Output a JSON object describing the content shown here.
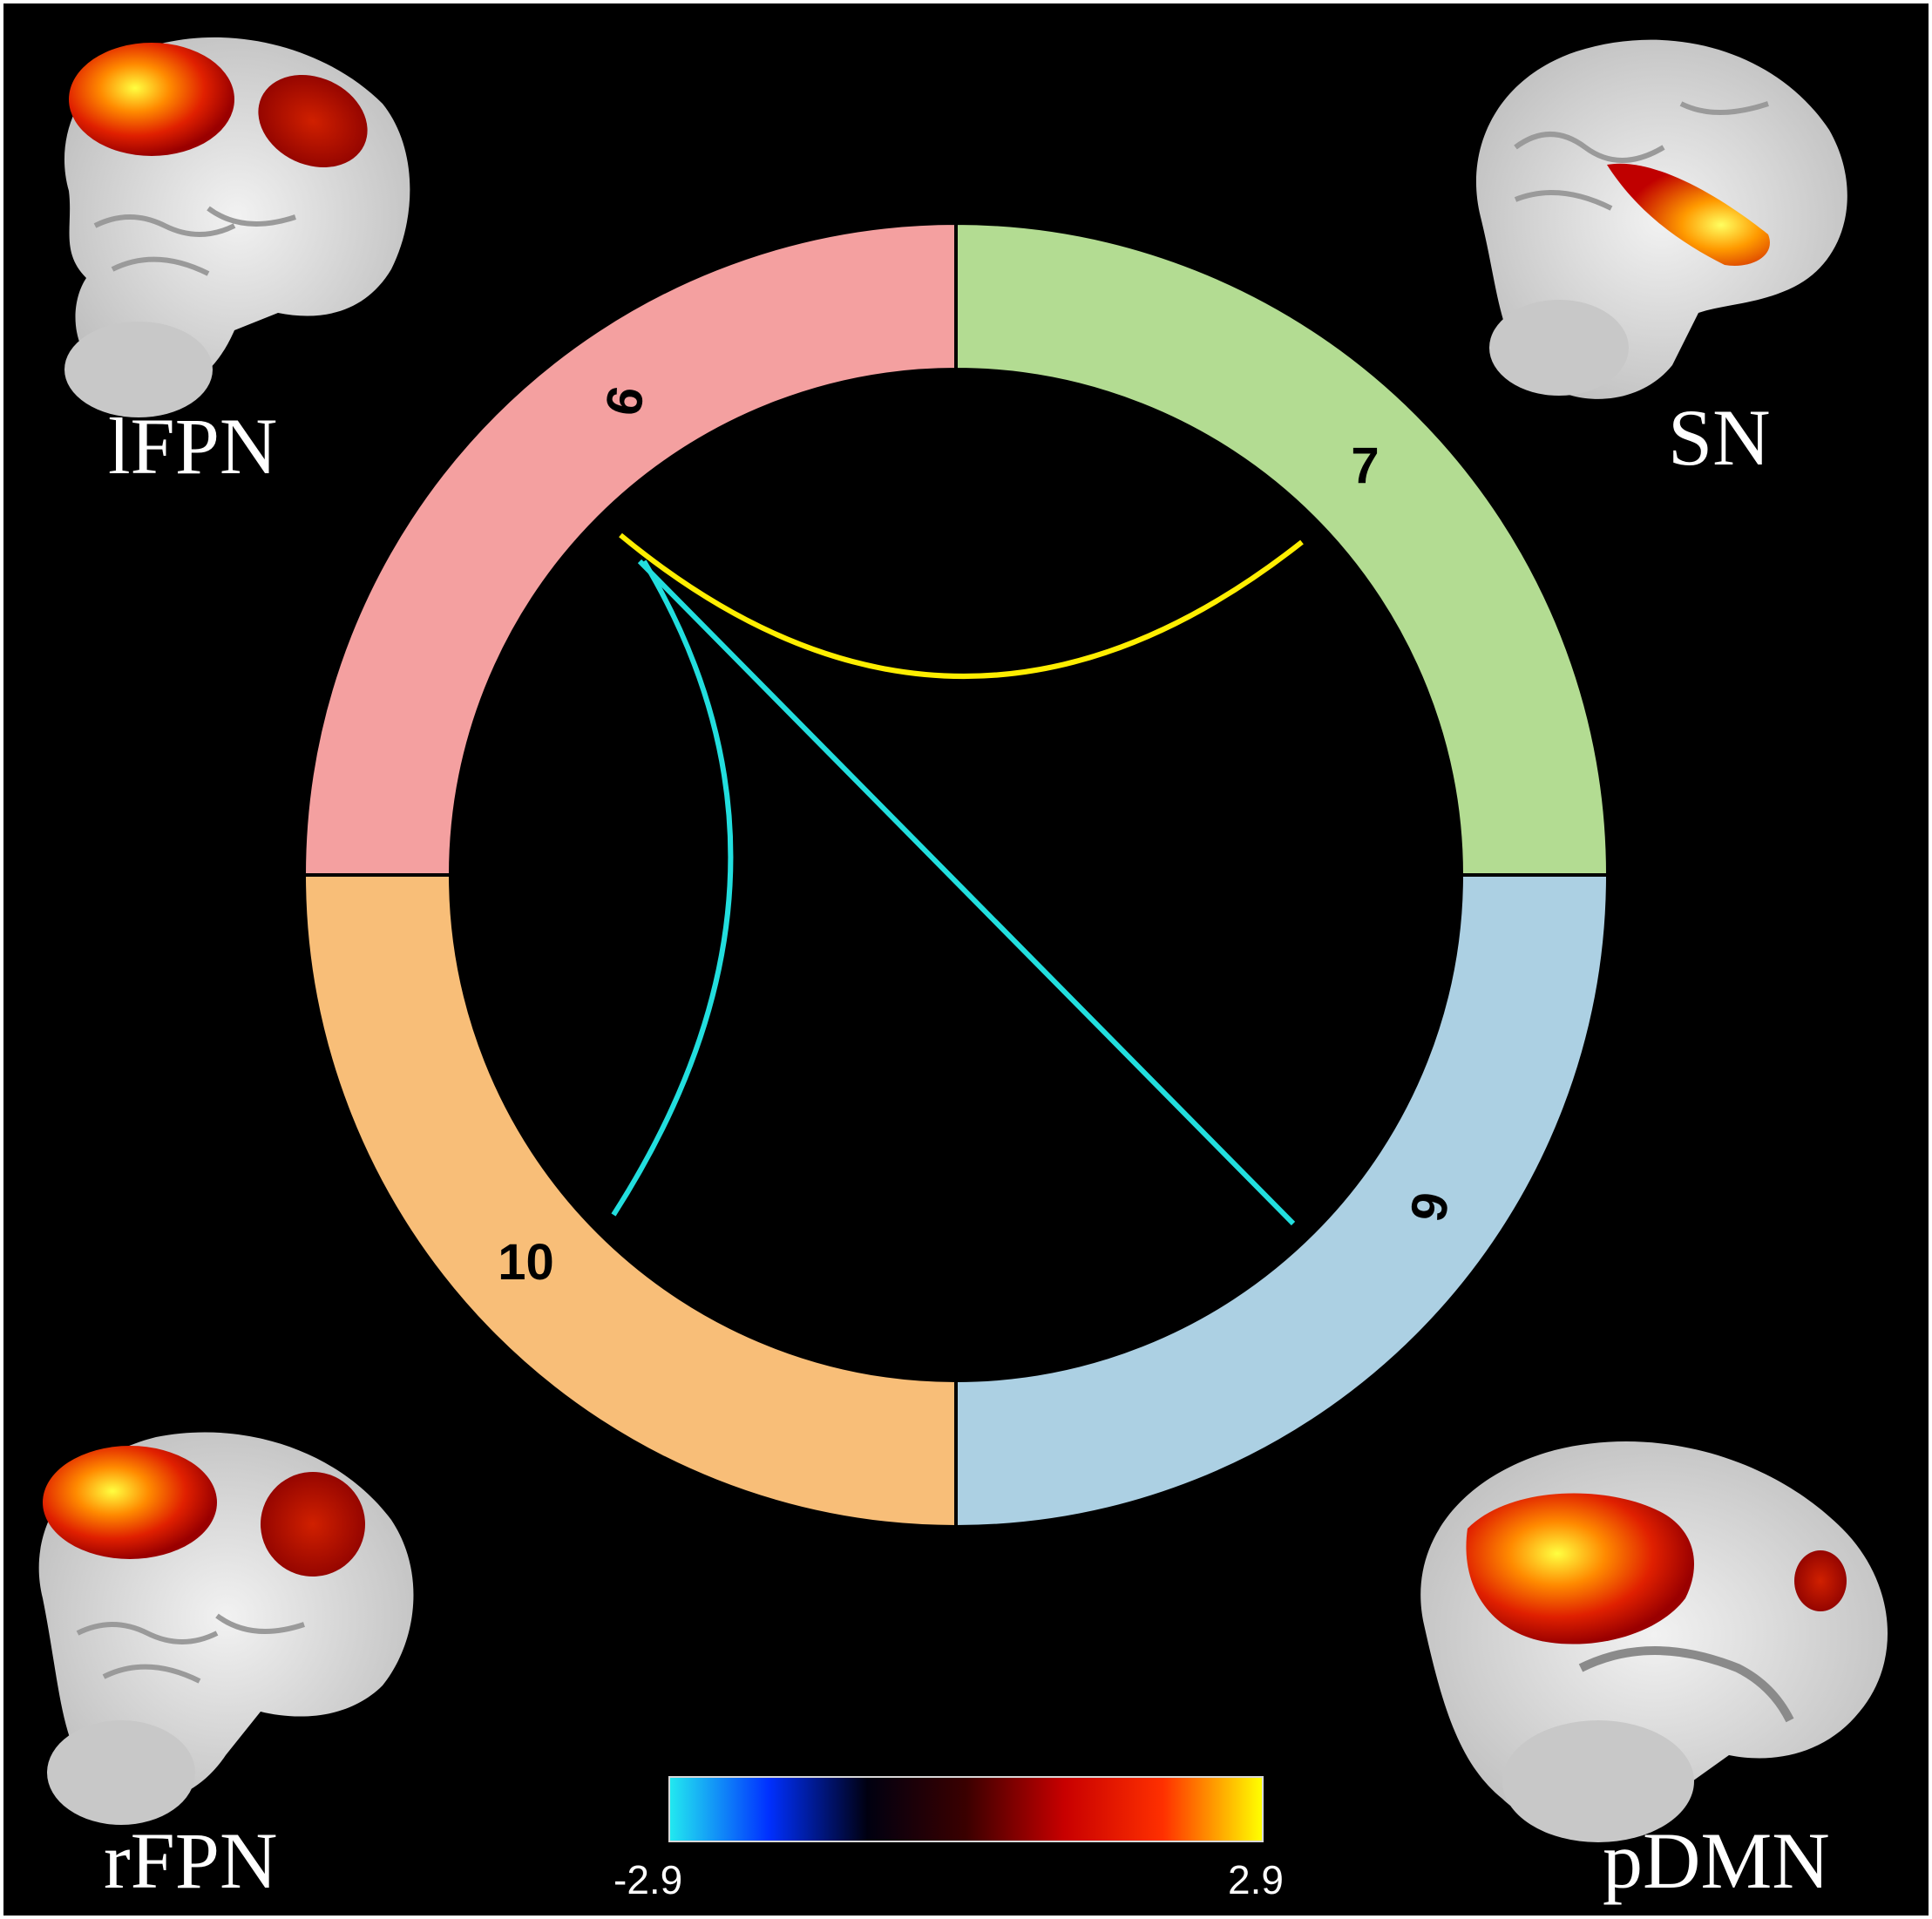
{
  "networks": [
    {
      "id": "lFPN",
      "label": "lFPN",
      "node_count": "9",
      "color": "#f4a0a0"
    },
    {
      "id": "SN",
      "label": "SN",
      "node_count": "7",
      "color": "#b3dc92"
    },
    {
      "id": "pDMN",
      "label": "pDMN",
      "node_count": "9",
      "color": "#acd0e3"
    },
    {
      "id": "rFPN",
      "label": "rFPN",
      "node_count": "10",
      "color": "#f8be78"
    }
  ],
  "connections": [
    {
      "from": "lFPN",
      "to": "SN",
      "color": "#ffee00",
      "sign": "positive"
    },
    {
      "from": "lFPN",
      "to": "rFPN",
      "color": "#22dede",
      "sign": "negative"
    },
    {
      "from": "lFPN",
      "to": "pDMN",
      "color": "#22dede",
      "sign": "negative"
    }
  ],
  "colorbar": {
    "min_label": "-2.9",
    "max_label": "2.9",
    "min": -2.9,
    "max": 2.9,
    "gradient": [
      "#22e8f0",
      "#0030ff",
      "#000010",
      "#3a0000",
      "#c80000",
      "#ff3000",
      "#ffff00"
    ]
  },
  "brain_maps": {
    "lFPN": "sagittal brain slice with red frontoparietal activation",
    "SN": "sagittal brain slice with insular activation",
    "rFPN": "sagittal brain slice with red frontoparietal activation",
    "pDMN": "midline sagittal slice with posterior cingulate / precuneus activation"
  }
}
